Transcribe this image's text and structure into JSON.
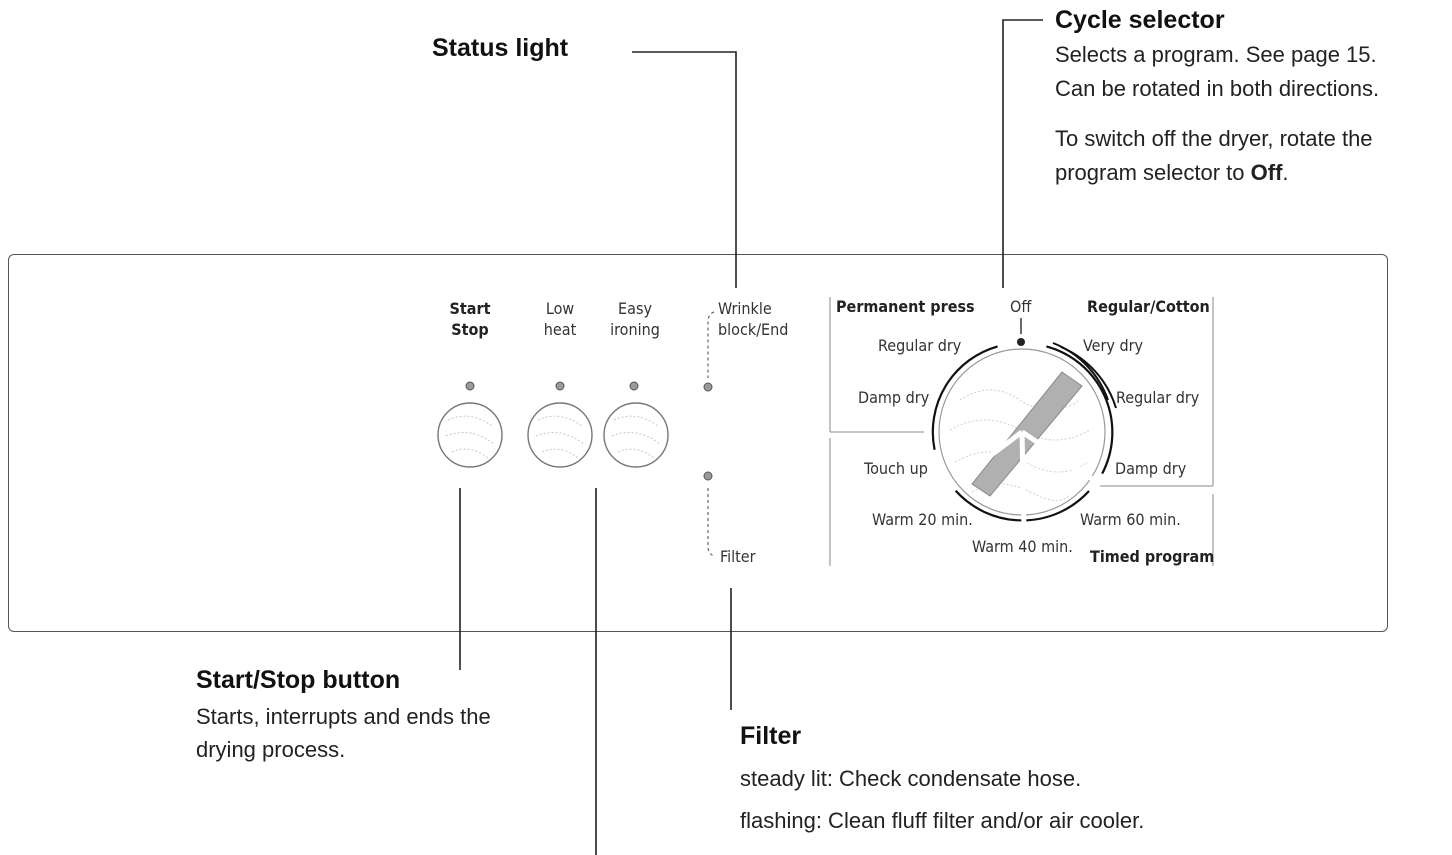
{
  "callouts": {
    "status_light": {
      "title": "Status light"
    },
    "cycle_selector": {
      "title": "Cycle selector",
      "lines": [
        "Selects a program. See page 15.",
        "Can be rotated in both directions."
      ],
      "off_text_before": "To switch off the dryer, rotate the",
      "off_text_line2": "program selector to ",
      "off_word": "Off",
      "off_text_end": "."
    },
    "start_stop": {
      "title": "Start/Stop button",
      "lines": [
        "Starts, interrupts and ends the",
        "drying process."
      ]
    },
    "filter": {
      "title": "Filter",
      "lines": [
        "steady lit: Check condensate hose.",
        "flashing: Clean fluff filter and/or air cooler."
      ]
    }
  },
  "panel": {
    "buttons": [
      {
        "line1": "Start",
        "line2": "Stop"
      },
      {
        "line1": "Low",
        "line2": "heat"
      },
      {
        "line1": "Easy",
        "line2": "ironing"
      }
    ],
    "indicators": {
      "wrinkle_line1": "Wrinkle",
      "wrinkle_line2": "block/End",
      "filter": "Filter"
    },
    "dial": {
      "group_permanent_press": "Permanent press",
      "group_regular_cotton": "Regular/Cotton",
      "group_timed": "Timed program",
      "off": "Off",
      "pp_regular_dry": "Regular dry",
      "pp_damp_dry": "Damp dry",
      "touch_up": "Touch up",
      "rc_very_dry": "Very dry",
      "rc_regular_dry": "Regular dry",
      "rc_damp_dry": "Damp dry",
      "warm_20": "Warm 20 min.",
      "warm_40": "Warm 40 min.",
      "warm_60": "Warm 60 min."
    }
  }
}
